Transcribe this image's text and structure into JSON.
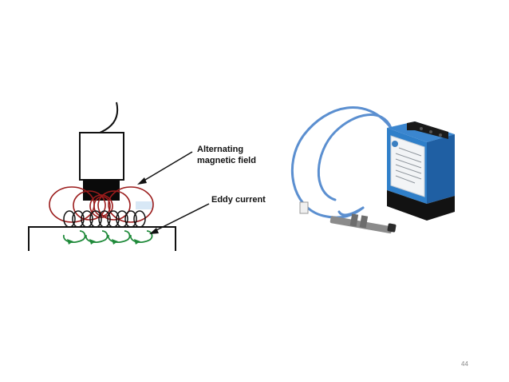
{
  "diagram": {
    "label_alternating_line1": "Alternating",
    "label_alternating_line2": "magnetic field",
    "label_eddy": "Eddy current",
    "colors": {
      "field_loops": "#9b1c1c",
      "coil": "#111111",
      "eddy_arrows": "#1f8a3a",
      "arrow": "#111111",
      "cable": "#4a7fc4",
      "module_body": "#2f7fc9"
    }
  },
  "page": {
    "number": "44"
  }
}
